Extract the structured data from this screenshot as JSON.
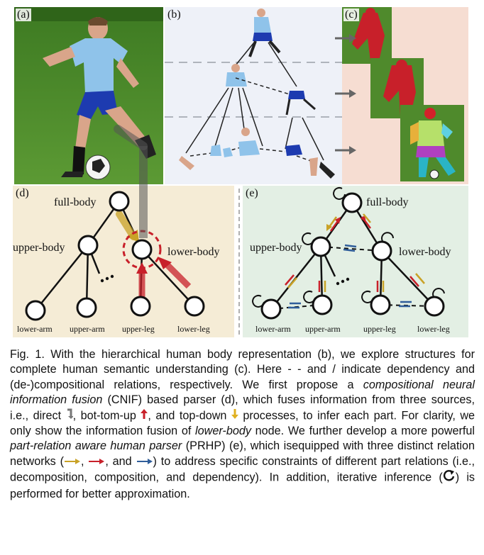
{
  "panels": {
    "a": {
      "label": "(a)"
    },
    "b": {
      "label": "(b)"
    },
    "c": {
      "label": "(c)"
    },
    "d": {
      "label": "(d)",
      "nodes": {
        "full_body": "full-body",
        "upper_body": "upper-body",
        "lower_body": "lower-body",
        "lower_arm": "lower-arm",
        "upper_arm": "upper-arm",
        "upper_leg": "upper-leg",
        "lower_leg": "lower-leg"
      }
    },
    "e": {
      "label": "(e)",
      "nodes": {
        "full_body": "full-body",
        "upper_body": "upper-body",
        "lower_body": "lower-body",
        "lower_arm": "lower-arm",
        "upper_arm": "upper-arm",
        "upper_leg": "upper-leg",
        "lower_leg": "lower-leg"
      }
    }
  },
  "colors": {
    "panel_d_bg": "#f5ecd6",
    "panel_e_bg": "#e3efe4",
    "panel_b_bg": "#eef1f8",
    "decomposition_arrow": "#c9a227",
    "composition_arrow": "#c8202a",
    "dependency_arrow": "#2f5d9a",
    "grass": "#4f8a2c"
  },
  "caption": {
    "s1": "Fig. 1. With the hierarchical human body representation (b), we explore structures for complete human semantic understanding (c). Here - - and / indicate dependency and (de-)compositional relations, respectively. We first propose a ",
    "s1_em": "compositional neural information fusion",
    "s2": " (CNIF) based parser (d), which fuses information from three sources, i.e., direct ",
    "s3": ", bot-tom-up ",
    "s4": ", and top-down ",
    "s5": " processes, to infer each part. For clarity, we only show the information fusion of ",
    "s5_em": "lower-body",
    "s6": " node. We further develop a more powerful ",
    "s6_em": "part-relation aware human parser",
    "s7": " (PRHP) (e), which isequipped with three distinct relation networks (",
    "s8": ", ",
    "s9": ", and ",
    "s10": ") to address specific constraints of different part relations (i.e., decomposition, composition, and dependency). In addition, iterative inference (",
    "s11": ") is performed for better approximation."
  }
}
